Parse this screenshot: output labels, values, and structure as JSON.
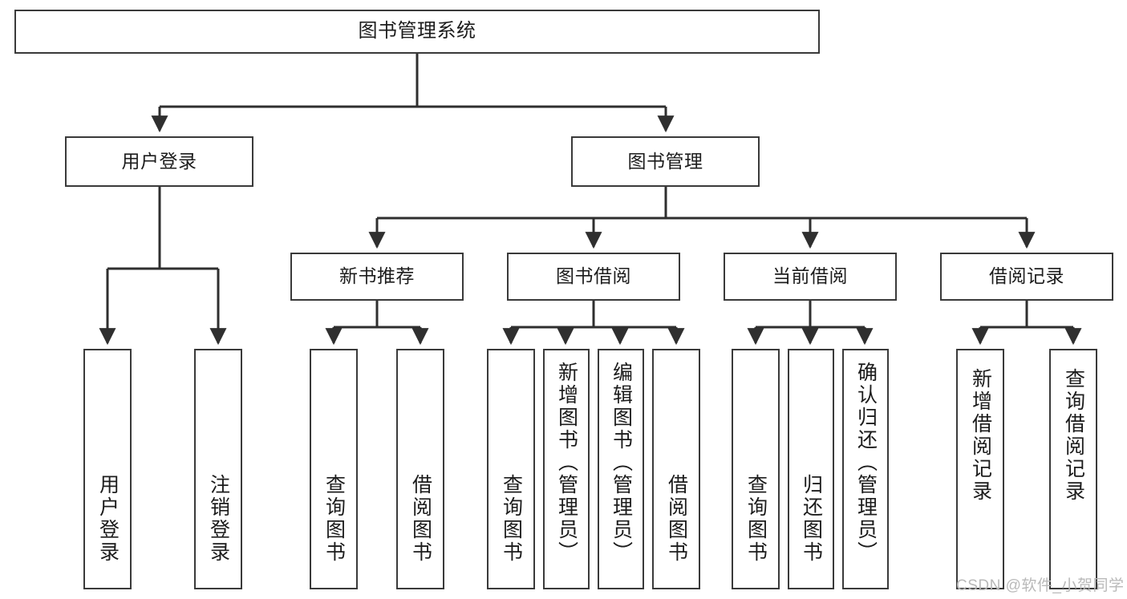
{
  "diagram": {
    "title": "图书管理系统",
    "type": "tree-hierarchy-chart",
    "watermark": "CSDN @软件_小贺同学",
    "colors": {
      "box_border": "#3a3a3a",
      "box_fill": "#ffffff",
      "connector": "#2f2f2f",
      "text": "#1c1c1c",
      "watermark": "#b9b9b9",
      "background": "#ffffff"
    }
  },
  "nodes": {
    "root": {
      "label": "图书管理系统"
    },
    "level2": [
      {
        "label": "用户登录"
      },
      {
        "label": "图书管理"
      }
    ],
    "level3": [
      {
        "label": "新书推荐"
      },
      {
        "label": "图书借阅"
      },
      {
        "label": "当前借阅"
      },
      {
        "label": "借阅记录"
      }
    ],
    "leaves": {
      "user_login": [
        {
          "label": "用户登录"
        },
        {
          "label": "注销登录"
        }
      ],
      "new_book_recommend": [
        {
          "label": "查询图书"
        },
        {
          "label": "借阅图书"
        }
      ],
      "book_borrow": [
        {
          "label": "查询图书"
        },
        {
          "label": "新增图书（管理员）"
        },
        {
          "label": "编辑图书（管理员）"
        },
        {
          "label": "借阅图书"
        }
      ],
      "current_borrow": [
        {
          "label": "查询图书"
        },
        {
          "label": "归还图书"
        },
        {
          "label": "确认归还（管理员）"
        }
      ],
      "borrow_record": [
        {
          "label": "新增借阅记录"
        },
        {
          "label": "查询借阅记录"
        }
      ]
    }
  }
}
